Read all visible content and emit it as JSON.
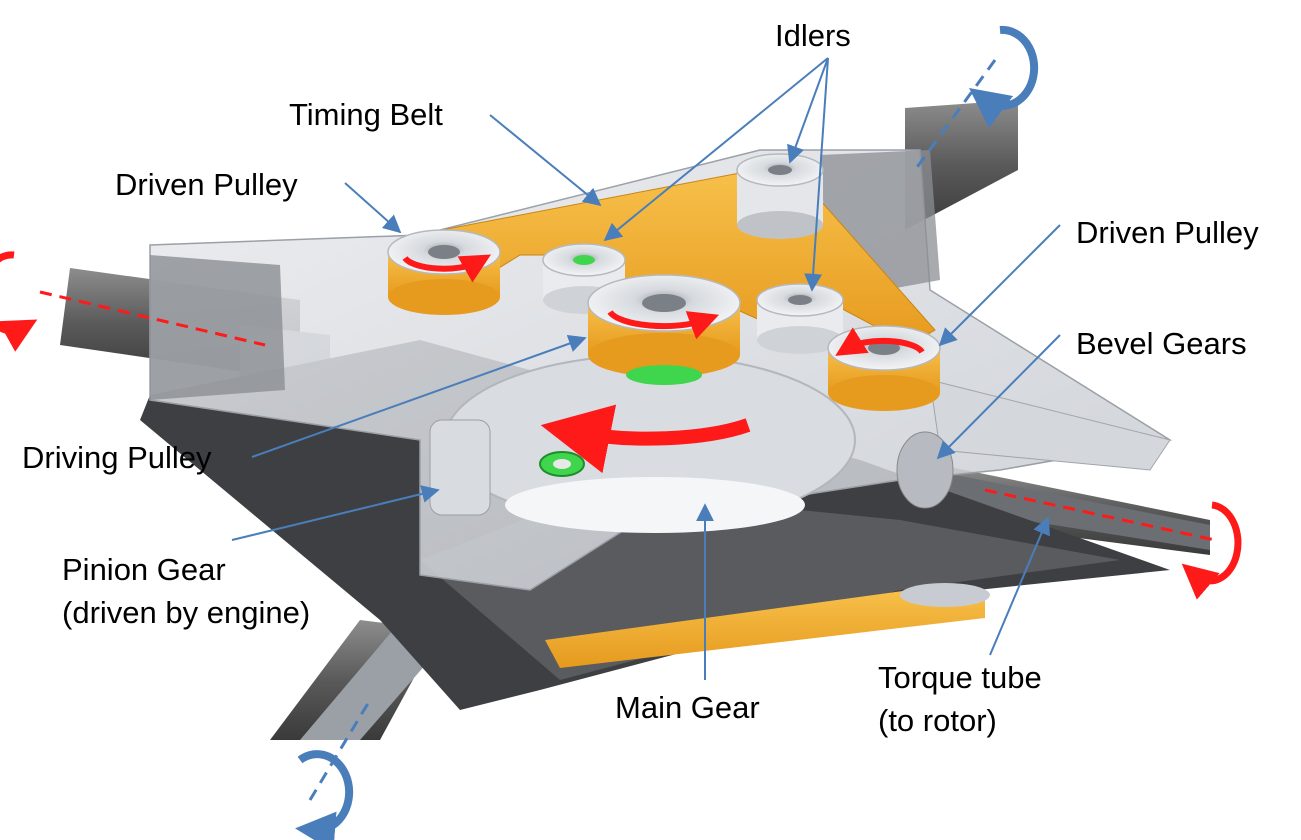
{
  "labels": {
    "idlers": "Idlers",
    "timing_belt": "Timing Belt",
    "driven_pulley_left": "Driven Pulley",
    "driven_pulley_right": "Driven Pulley",
    "bevel_gears": "Bevel Gears",
    "driving_pulley": "Driving Pulley",
    "pinion_gear_line1": "Pinion Gear",
    "pinion_gear_line2": "(driven by engine)",
    "main_gear": "Main Gear",
    "torque_tube_line1": "Torque tube",
    "torque_tube_line2": "(to rotor)"
  },
  "colors": {
    "leader": "#4a7ebb",
    "belt": "#f0b030",
    "rotation_red": "#ff1a1a",
    "rotation_blue": "#4a7ebb",
    "plate": "#c8ccd2",
    "metal_dark": "#4a4a4a",
    "bearing_green": "#39d353"
  }
}
